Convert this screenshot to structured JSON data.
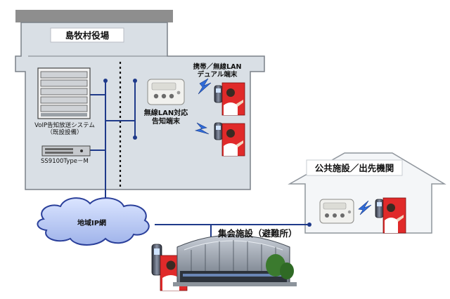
{
  "title": "",
  "labels": {
    "town_hall": "島牧村役場",
    "dual_terminal": "携帯／無線LAN\nデュアル端末",
    "wlan_terminal": "無線LAN対応\n告知端末",
    "voip_system": "VoIP告知放送システム\n（既設設備）",
    "ss9100": "SS9100Type－M",
    "regional_ip": "地域IP網",
    "public_facility": "公共施設／出先機関",
    "assembly": "集会施設（避難所）"
  },
  "colors": {
    "building_fill": "#d9dfe5",
    "building_stroke": "#7a8088",
    "roof_bar": "#8e8e8e",
    "network_line": "#1f3a8a",
    "cloud_fill": "#b8c8f0",
    "cloud_stroke": "#2a3f9a",
    "panel_red": "#e02a2a"
  },
  "icons": [
    "server-rack-icon",
    "server-unit-icon",
    "notice-terminal-icon",
    "mobile-phone-icon",
    "person-poster-icon",
    "wireless-signal-icon",
    "cloud-icon",
    "dome-building-icon"
  ]
}
